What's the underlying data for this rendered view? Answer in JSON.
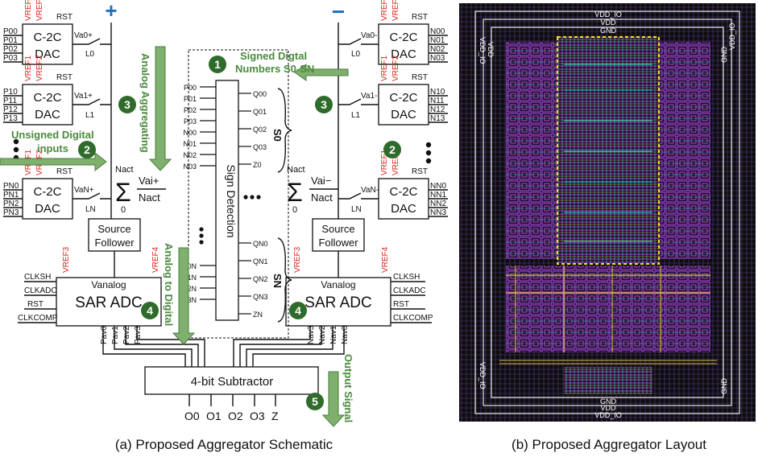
{
  "schematic": {
    "plus_sign": "+",
    "minus_sign": "−",
    "left_dacs": [
      {
        "name_line1": "C-2C",
        "name_line2": "DAC",
        "inputs": [
          "P00",
          "P01",
          "P02",
          "P03"
        ],
        "ref1": "VREF1",
        "ref2": "VREF2",
        "rst": "RST",
        "v_label": "Va0+",
        "switch_label": "L0"
      },
      {
        "name_line1": "C-2C",
        "name_line2": "DAC",
        "inputs": [
          "P10",
          "P11",
          "P12",
          "P13"
        ],
        "ref1": "VREF1",
        "ref2": "VREF2",
        "rst": "RST",
        "v_label": "Va1+",
        "switch_label": "L1"
      },
      {
        "name_line1": "C-2C",
        "name_line2": "DAC",
        "inputs": [
          "PN0",
          "PN1",
          "PN2",
          "PN3"
        ],
        "ref1": "VREF1",
        "ref2": "VREF2",
        "rst": "RST",
        "v_label": "VaN+",
        "switch_label": "LN"
      }
    ],
    "right_dacs": [
      {
        "name_line1": "C-2C",
        "name_line2": "DAC",
        "inputs": [
          "N00",
          "N01",
          "N02",
          "N03"
        ],
        "ref1": "VREF1",
        "ref2": "VREF2",
        "rst": "RST",
        "v_label": "Va0-",
        "switch_label": "L0"
      },
      {
        "name_line1": "C-2C",
        "name_line2": "DAC",
        "inputs": [
          "N10",
          "N11",
          "N12",
          "N13"
        ],
        "ref1": "VREF1",
        "ref2": "VREF2",
        "rst": "RST",
        "v_label": "Va1-",
        "switch_label": "L1"
      },
      {
        "name_line1": "C-2C",
        "name_line2": "DAC",
        "inputs": [
          "NN0",
          "NN1",
          "NN2",
          "NN3"
        ],
        "ref1": "VREF1",
        "ref2": "VREF2",
        "rst": "RST",
        "v_label": "VaN-",
        "switch_label": "LN"
      }
    ],
    "sum_left": {
      "upper": "Nact",
      "lower": "0",
      "num": "Vai+",
      "den": "Nact"
    },
    "sum_right": {
      "upper": "Nact",
      "lower": "0",
      "num": "Vai−",
      "den": "Nact"
    },
    "source_follower": {
      "line1": "Source",
      "line2": "Follower"
    },
    "sar_adc": {
      "label": "SAR ADC",
      "vanalog": "Vanalog",
      "vref3": "VREF3",
      "vref4": "VREF4",
      "clk_sh": "CLKSH",
      "clk_adc": "CLKADC",
      "rst": "RST",
      "clk_comp": "CLKCOMP"
    },
    "pav_labels": [
      "Pav0",
      "Pav1",
      "Pav2",
      "Pav3"
    ],
    "nav_labels": [
      "Nav3",
      "Nav2",
      "Nav1",
      "Nav0"
    ],
    "sign_detection": {
      "label": "Sign Detection",
      "top_inputs": [
        "P00",
        "P01",
        "P02",
        "P03",
        "N00",
        "N01",
        "N02",
        "N03"
      ],
      "bottom_inputs": [
        "N0N",
        "N1N",
        "N2N",
        "N3N"
      ],
      "s0_outputs": [
        "Q00",
        "Q01",
        "Q02",
        "Q03",
        "Z0"
      ],
      "sn_outputs": [
        "QN0",
        "QN1",
        "QN2",
        "QN3",
        "ZN"
      ],
      "s0_label": "S0",
      "sn_label": "SN"
    },
    "subtractor": {
      "label": "4-bit Subtractor",
      "outputs": [
        "O0",
        "O1",
        "O2",
        "O3",
        "Z"
      ]
    },
    "annotations": [
      {
        "num": "1",
        "text_line1": "Signed Digtal",
        "text_line2": "Numbers S0-SN"
      },
      {
        "num": "2",
        "text_line1": "Unsigned Digital",
        "text_line2": "inputs"
      },
      {
        "num": "3",
        "text": "Analog Aggregating"
      },
      {
        "num": "4",
        "text": "Analog to Digital"
      },
      {
        "num": "5",
        "text": "Output Signal"
      }
    ],
    "caption": "(a) Proposed Aggregator Schematic"
  },
  "layout": {
    "labels": {
      "vdd_io": "VDD_IO",
      "vdd": "VDD",
      "gnd": "GND"
    },
    "caption": "(b) Proposed Aggregator Layout"
  }
}
